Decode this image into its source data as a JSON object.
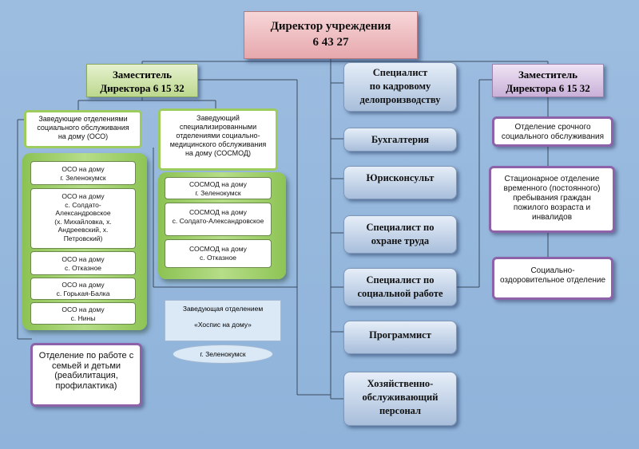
{
  "director": {
    "title": "Директор   учреждения",
    "phone": "6 43 27"
  },
  "deputy_left": {
    "label": "Заместитель\nДиректора 6 15 32"
  },
  "deputy_right": {
    "label": "Заместитель\nДиректора 6 15 32"
  },
  "oso_head": {
    "label": "Заведующие отделениями\nсоциального обслуживания\nна дому (ОСО)"
  },
  "oso_units": [
    {
      "label": "ОСО на дому\nг. Зеленокумск"
    },
    {
      "label": "ОСО на дому\nс. Солдато-\nАлександровское\n(х. Михайловка, х.\nАндреевский, х.\nПетровский)"
    },
    {
      "label": "ОСО на дому\nс. Отказное"
    },
    {
      "label": "ОСО на дому\nс. Горькая-Балка"
    },
    {
      "label": "ОСО на дому\nс. Нины"
    }
  ],
  "sosmod_head": {
    "label": "Заведующий\nспециализированными\nотделениями социально-\nмедицинского обслуживания\nна дому (СОСМОД)"
  },
  "sosmod_units": [
    {
      "label": "СОСМОД на дому\nг. Зеленокумск"
    },
    {
      "label": "СОСМОД на дому\nс. Солдато-Александровское"
    },
    {
      "label": "СОСМОД на дому\nс. Отказное"
    }
  ],
  "family_dept": {
    "label": "Отделение по работе с\nсемьей и детьми\n(реабилитация,\nпрофилактика)"
  },
  "hospice": {
    "title": "Заведующая отделением",
    "name": "«Хоспис на дому»",
    "location": "г. Зеленокумск"
  },
  "center_units": [
    {
      "label": "Специалист\nпо кадровому\nделопроизводству"
    },
    {
      "label": "Бухгалтерия"
    },
    {
      "label": "Юрисконсульт"
    },
    {
      "label": "Специалист по\nохране труда"
    },
    {
      "label": "Специалист по\nсоциальной работе"
    },
    {
      "label": "Программист"
    },
    {
      "label": "Хозяйственно-\nобслуживающий\nперсонал"
    }
  ],
  "right_units": [
    {
      "label": "Отделение срочного\nсоциального обслуживания"
    },
    {
      "label": "Стационарное отделение\nвременного (постоянного)\nпребывания граждан\nпожилого возраста и\nинвалидов"
    },
    {
      "label": "Социально-\nоздоровительное отделение"
    }
  ],
  "colors": {
    "director": "#e6a8ad",
    "deputy_left": "#bcd88e",
    "deputy_right": "#c9b0d8",
    "center": "#a8bedb",
    "green_border": "#9ccb5e",
    "purple_border": "#8e62a9",
    "background": "#8fb3da"
  }
}
